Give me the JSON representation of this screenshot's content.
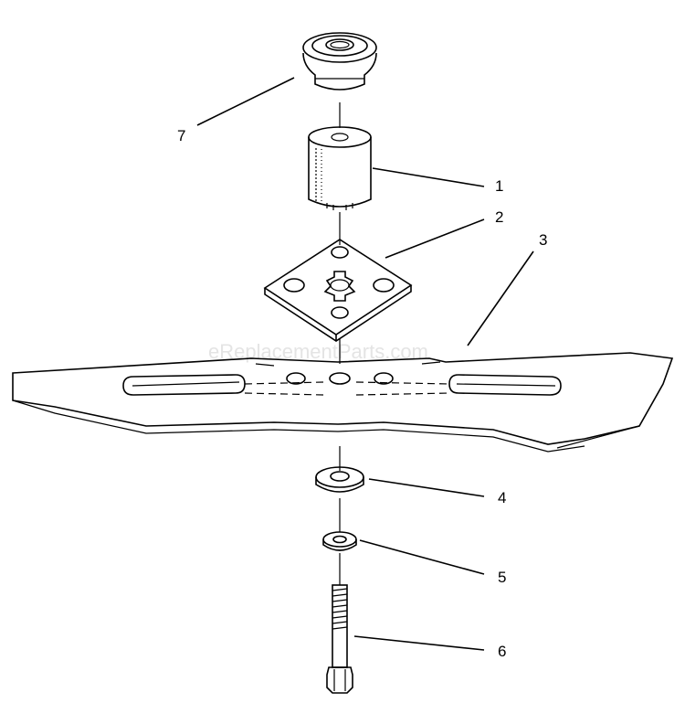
{
  "watermark": "eReplacementParts.com",
  "callouts": [
    {
      "id": "7",
      "text": "7"
    },
    {
      "id": "1",
      "text": "1"
    },
    {
      "id": "2",
      "text": "2"
    },
    {
      "id": "3",
      "text": "3"
    },
    {
      "id": "4",
      "text": "4"
    },
    {
      "id": "5",
      "text": "5"
    },
    {
      "id": "6",
      "text": "6"
    }
  ]
}
